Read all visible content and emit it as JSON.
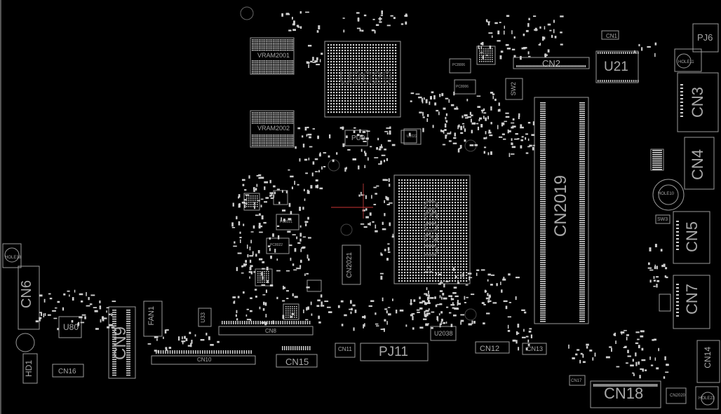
{
  "board": {
    "background": "#000000",
    "outline_color": "#9a9a9a",
    "pad_color": "#cfcfcf",
    "label_color": "#a8a8a8"
  },
  "labels": {
    "u2029": "U2029",
    "u2030": "U2030",
    "vram2001": "VRAM2001",
    "vram2002": "VRAM2002",
    "cn2019": "CN2019",
    "cn2": "CN2",
    "u21": "U21",
    "cn1": "CN1",
    "pj6": "PJ6",
    "hole11": "HOLE11",
    "cn3": "CN3",
    "cn4": "CN4",
    "hole10": "HOLE10",
    "sw3": "SW3",
    "cn5": "CN5",
    "cn7": "CN7",
    "cn14": "CN14",
    "cn18": "CN18",
    "cn17": "CN17",
    "cn2020": "CN2020",
    "hole23": "HOLE23",
    "cn13": "CN13",
    "cn12": "CN12",
    "u2038": "U2038",
    "pj11": "PJ11",
    "cn11": "CN11",
    "cn15": "CN15",
    "cn8": "CN8",
    "cn10": "CN10",
    "cn9": "CN9",
    "fan1": "FAN1",
    "u33": "U33",
    "u80": "U80",
    "cn16": "CN16",
    "cn6": "CN6",
    "hd1": "HD1",
    "hole18": "HOLE18",
    "pu9": "PU9",
    "cn2021": "CN2021",
    "sw2": "SW2",
    "pc8006": "PC8006",
    "pc8006b": "PC8006",
    "pc8021": "PC8021",
    "pc8022": "PC8022",
    "u2022": "U2022"
  }
}
